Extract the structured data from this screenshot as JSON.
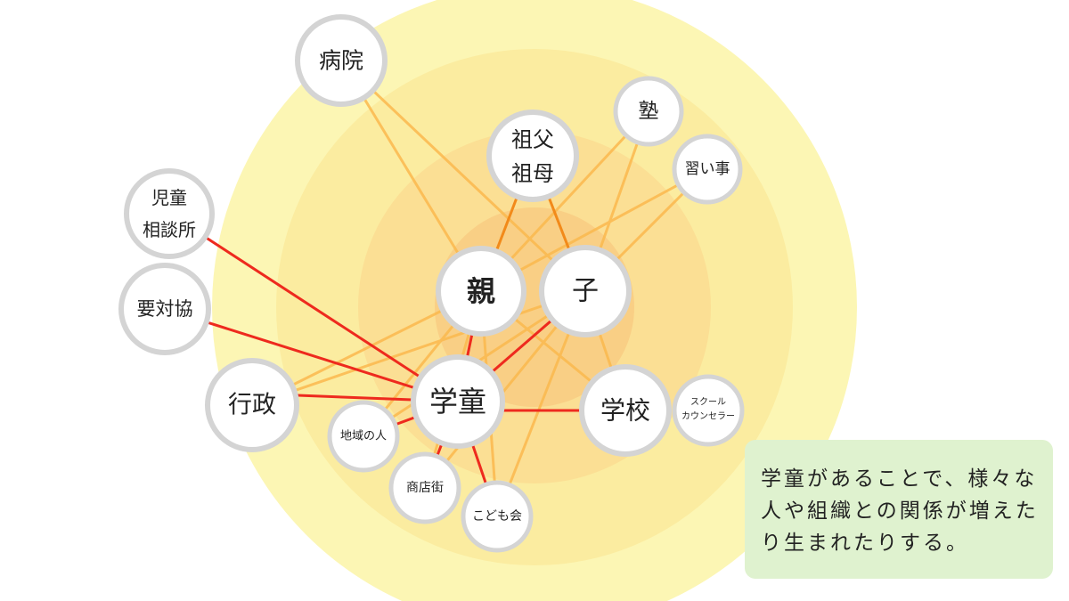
{
  "colors": {
    "ring_outer": "#fcf6b4",
    "ring_2": "#fbeca0",
    "ring_3": "#fbdf94",
    "ring_inner": "#f9cf85",
    "node_fill": "#ffffff",
    "node_stroke": "#d4d4d4",
    "edge_red": "#ee2a1e",
    "edge_orange": "#f28a1a",
    "edge_light": "#fbb94e",
    "note_bg": "#dff2cf"
  },
  "nodes": {
    "hospital": "病院",
    "grandparents_line1": "祖父",
    "grandparents_line2": "祖母",
    "juku": "塾",
    "lessons": "習い事",
    "child_consult_line1": "児童",
    "child_consult_line2": "相談所",
    "youtaikyo": "要対協",
    "parent": "親",
    "child": "子",
    "gakudo": "学童",
    "gyosei": "行政",
    "school": "学校",
    "counselor_line1": "スクール",
    "counselor_line2": "カウンセラー",
    "locals": "地域の人",
    "shopping_street": "商店街",
    "kodomokai": "こども会"
  },
  "note": {
    "line1": "学童があることで、様々な",
    "line2": "人や組織との関係が増えた",
    "line3": "り生まれたりする。"
  }
}
